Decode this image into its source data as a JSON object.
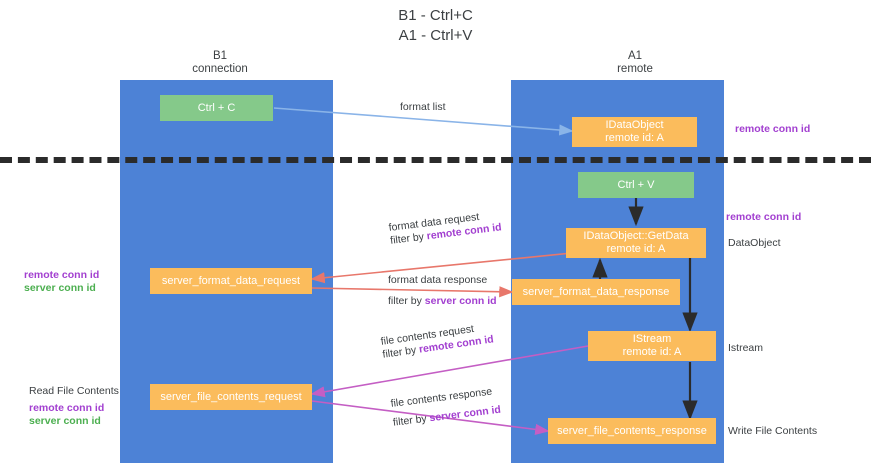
{
  "title": {
    "line1": "B1 - Ctrl+C",
    "line2": "A1 - Ctrl+V"
  },
  "columns": [
    {
      "id": "b1",
      "name": "B1",
      "role": "connection"
    },
    {
      "id": "a1",
      "name": "A1",
      "role": "remote"
    }
  ],
  "nodes": {
    "ctrl_c": {
      "line1": "Ctrl + C",
      "line2": ""
    },
    "idataobject": {
      "line1": "IDataObject",
      "line2": "remote id: A"
    },
    "ctrl_v": {
      "line1": "Ctrl + V",
      "line2": ""
    },
    "getdata": {
      "line1": "IDataObject::GetData",
      "line2": "remote id: A"
    },
    "fmt_req": {
      "line1": "server_format_data_request",
      "line2": ""
    },
    "fmt_resp": {
      "line1": "server_format_data_response",
      "line2": ""
    },
    "istream": {
      "line1": "IStream",
      "line2": "remote id: A"
    },
    "file_req": {
      "line1": "server_file_contents_request",
      "line2": ""
    },
    "file_resp": {
      "line1": "server_file_contents_response",
      "line2": ""
    }
  },
  "edge_labels": {
    "format_list": "format list",
    "fmt_req_l1": "format data request",
    "fmt_req_l2a": "filter by ",
    "fmt_req_l2b": "remote conn id",
    "fmt_resp_l1": "format data response",
    "fmt_resp_l2a": "filter by ",
    "fmt_resp_l2b": "server conn id",
    "file_req_l1": "file contents request",
    "file_req_l2a": "filter by ",
    "file_req_l2b": "remote conn id",
    "file_resp_l1": "file contents response",
    "file_resp_l2a": "filter by ",
    "file_resp_l2b": "server conn id"
  },
  "side_labels": {
    "right_top": "remote conn id",
    "right_getdata": "remote conn id",
    "right_dataobject": "DataObject",
    "right_istream": "Istream",
    "right_write": "Write File Contents",
    "left_mid_1": "remote conn id",
    "left_mid_2": "server conn id",
    "left_read": "Read File Contents",
    "left_bottom_1": "remote conn id",
    "left_bottom_2": "server conn id"
  },
  "colors": {
    "column": "#4d82d6",
    "orange": "#fbbc5c",
    "green": "#85c98a",
    "purple": "#a23fd0",
    "green_text": "#4caf50",
    "arrow_blue": "#8ab4e8",
    "arrow_red": "#e8776b",
    "arrow_magenta": "#c45ec4",
    "arrow_dark": "#2b2b2b",
    "divider": "#2b2b2b"
  }
}
